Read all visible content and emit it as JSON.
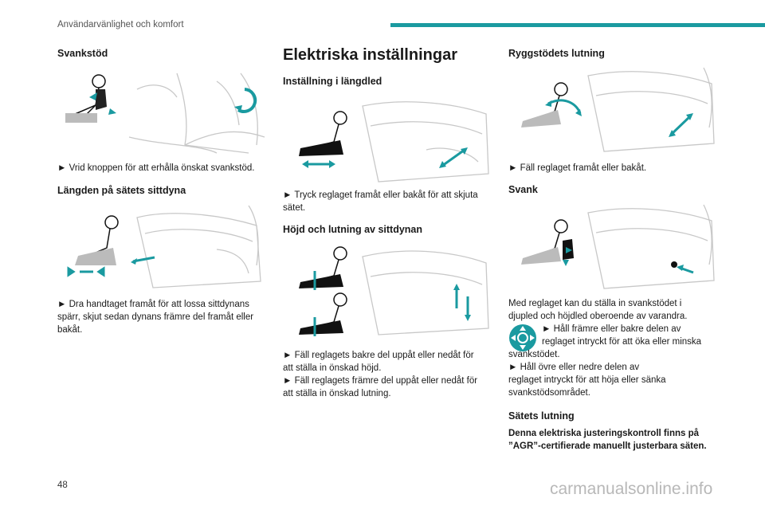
{
  "header": {
    "section": "Användarvänlighet och komfort"
  },
  "col1": {
    "h_lumbar": "Svankstöd",
    "p_lumbar": "► Vrid knoppen för att erhålla önskat svankstöd.",
    "h_length": "Längden på sätets sittdyna",
    "p_length_1": "► Dra handtaget framåt för att lossa sittdynans",
    "p_length_2": "spärr, skjut sedan dynans främre del framåt eller",
    "p_length_3": "bakåt."
  },
  "col2": {
    "title": "Elektriska inställningar",
    "h_long": "Inställning i längdled",
    "p_long_1": "► Tryck reglaget framåt eller bakåt för att skjuta",
    "p_long_2": "sätet.",
    "h_height": "Höjd och lutning av sittdynan",
    "p_height_1": "► Fäll reglagets bakre del uppåt eller nedåt för",
    "p_height_2": "att ställa in önskad höjd.",
    "p_height_3": "► Fäll reglagets främre del uppåt eller nedåt för",
    "p_height_4": "att ställa in önskad lutning."
  },
  "col3": {
    "h_back": "Ryggstödets lutning",
    "p_back": "► Fäll reglaget framåt eller bakåt.",
    "h_svank": "Svank",
    "p_svank_1": "Med reglaget kan du ställa in svankstödet i",
    "p_svank_2": "djupled och höjdled oberoende av varandra.",
    "p_svank_3": "► Håll främre eller bakre delen av",
    "p_svank_4": "reglaget intryckt för att öka eller minska",
    "p_svank_5": "svankstödet.",
    "p_svank_6": "► Håll övre eller nedre delen av",
    "p_svank_7": "reglaget intryckt för att höja eller sänka",
    "p_svank_8": "svankstödsområdet.",
    "h_tilt": "Sätets lutning",
    "p_tilt_1": "Denna elektriska justeringskontroll finns på",
    "p_tilt_2": "”AGR”-certifierade manuellt justerbara säten."
  },
  "footer": {
    "page": "48",
    "watermark": "carmanualsonline.info"
  },
  "colors": {
    "accent": "#1a9aa0",
    "arrow": "#1a9aa0",
    "line": "#c8c8c8"
  }
}
